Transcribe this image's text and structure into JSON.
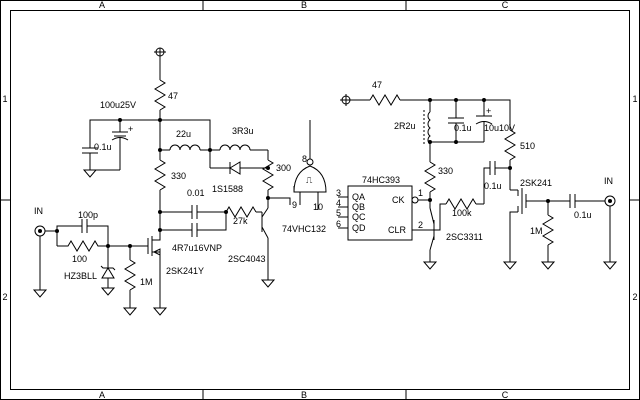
{
  "frame": {
    "columns": [
      "A",
      "B",
      "C"
    ],
    "rows": [
      "1",
      "2"
    ]
  },
  "labels": {
    "in_left": "IN",
    "in_right": "IN",
    "r47_top": "47",
    "c100u25v": "100u25V",
    "c01u_left": "0.1u",
    "l22u": "22u",
    "l3r3u": "3R3u",
    "d1s1588": "1S1588",
    "r330_left": "330",
    "r300": "300",
    "c001": "0.01",
    "r27k": "27k",
    "c100p": "100p",
    "r100": "100",
    "hz3bll": "HZ3BLL",
    "r1m_left": "1M",
    "q_4r7u16vnp": "4R7u16VNP",
    "q_2sk241y": "2SK241Y",
    "q_2sc4043": "2SC4043",
    "u_74vhc132": "74VHC132",
    "pin8": "8",
    "pin9": "9",
    "pin10": "10",
    "u_74hc393": "74HC393",
    "qa": "QA",
    "qb": "QB",
    "qc": "QC",
    "qd": "QD",
    "ck": "CK",
    "clr": "CLR",
    "pin3": "3",
    "pin4": "4",
    "pin5": "5",
    "pin6": "6",
    "pin1": "1",
    "pin2": "2",
    "r47_right": "47",
    "l2r2u": "2R2u",
    "c01u_mid": "0.1u",
    "c10u10v": "10u10V",
    "r510": "510",
    "r330_right": "330",
    "c01u_coupling": "0.1u",
    "r100k": "100k",
    "q_2sc3311": "2SC3311",
    "q_2sk241": "2SK241",
    "r1m_right": "1M",
    "c01u_out": "0.1u"
  }
}
